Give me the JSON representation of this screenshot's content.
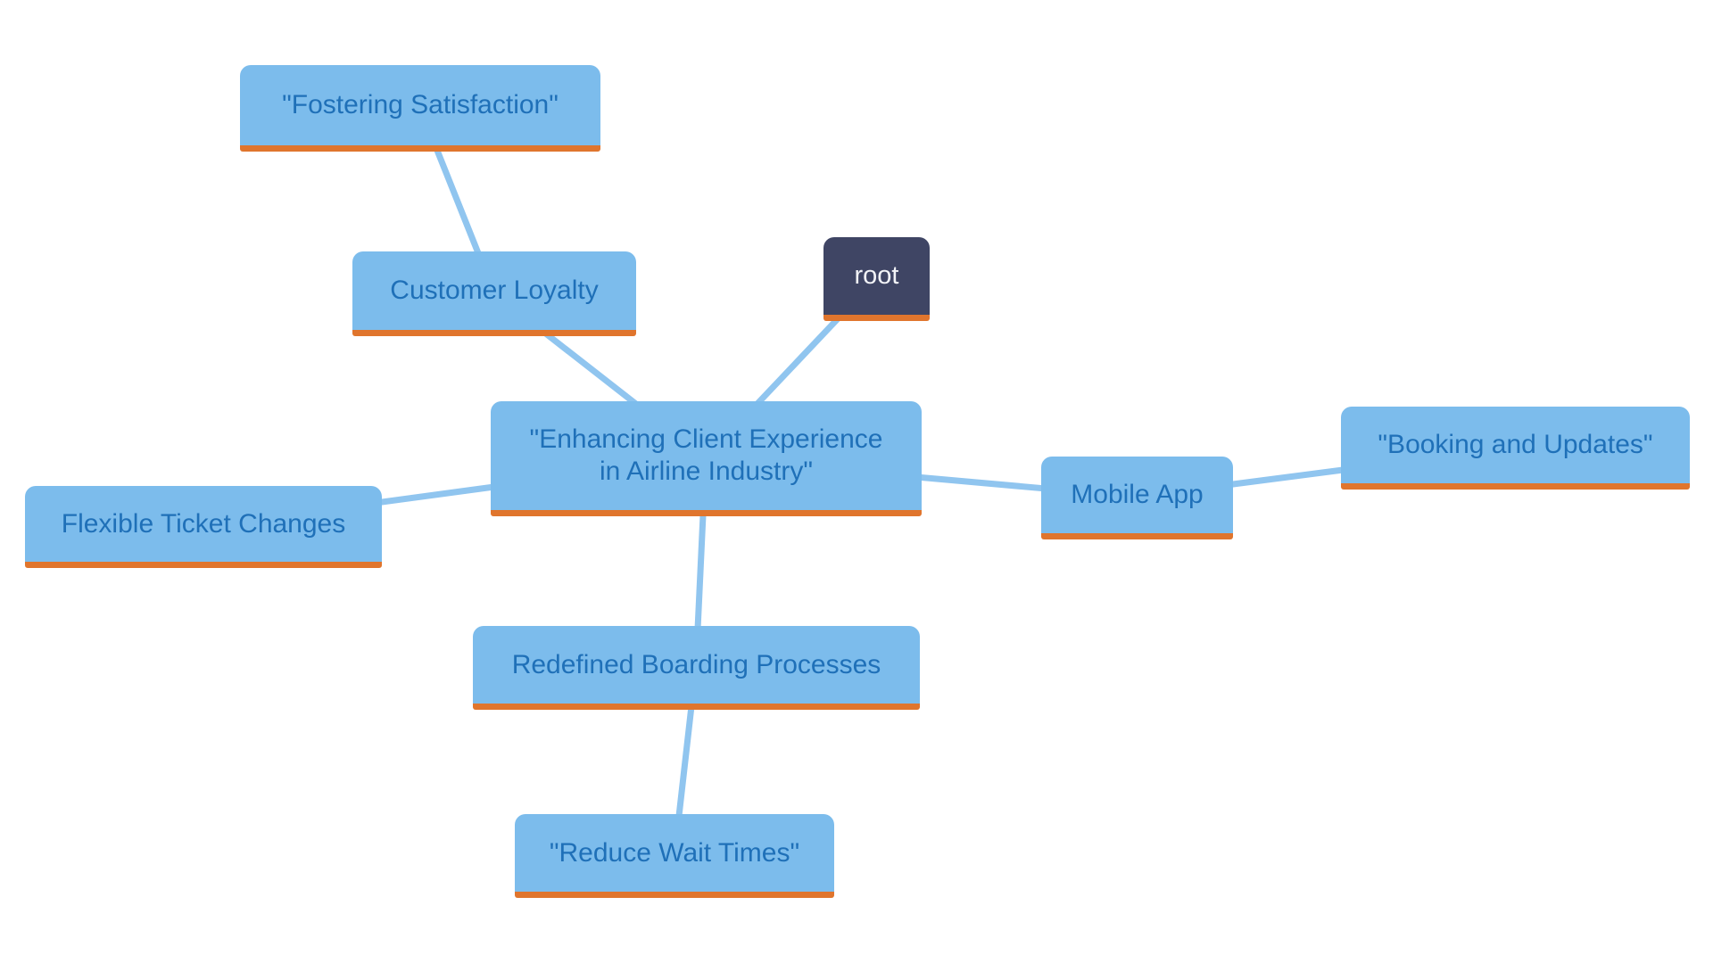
{
  "diagram": {
    "type": "mindmap",
    "background_color": "#FFFFFF",
    "colors": {
      "node_fill": "#7CBCEC",
      "node_text": "#1F70B8",
      "node_underline": "#E0752D",
      "root_fill": "#3F4564",
      "root_text": "#F2F3F7",
      "edge_line": "#90C5EF"
    },
    "nodes": {
      "root": {
        "label": "root"
      },
      "central": {
        "label": "\"Enhancing Client Experience\nin Airline Industry\""
      },
      "loyalty": {
        "label": "Customer Loyalty"
      },
      "fostering": {
        "label": "\"Fostering Satisfaction\""
      },
      "flexible": {
        "label": "Flexible Ticket Changes"
      },
      "mobile": {
        "label": "Mobile App"
      },
      "booking": {
        "label": "\"Booking and Updates\""
      },
      "boarding": {
        "label": "Redefined Boarding Processes"
      },
      "wait": {
        "label": "\"Reduce Wait Times\""
      }
    },
    "edges": [
      {
        "from": "fostering",
        "to": "loyalty"
      },
      {
        "from": "loyalty",
        "to": "central"
      },
      {
        "from": "root",
        "to": "central"
      },
      {
        "from": "flexible",
        "to": "central"
      },
      {
        "from": "mobile",
        "to": "central"
      },
      {
        "from": "booking",
        "to": "mobile"
      },
      {
        "from": "boarding",
        "to": "central"
      },
      {
        "from": "wait",
        "to": "boarding"
      }
    ]
  }
}
